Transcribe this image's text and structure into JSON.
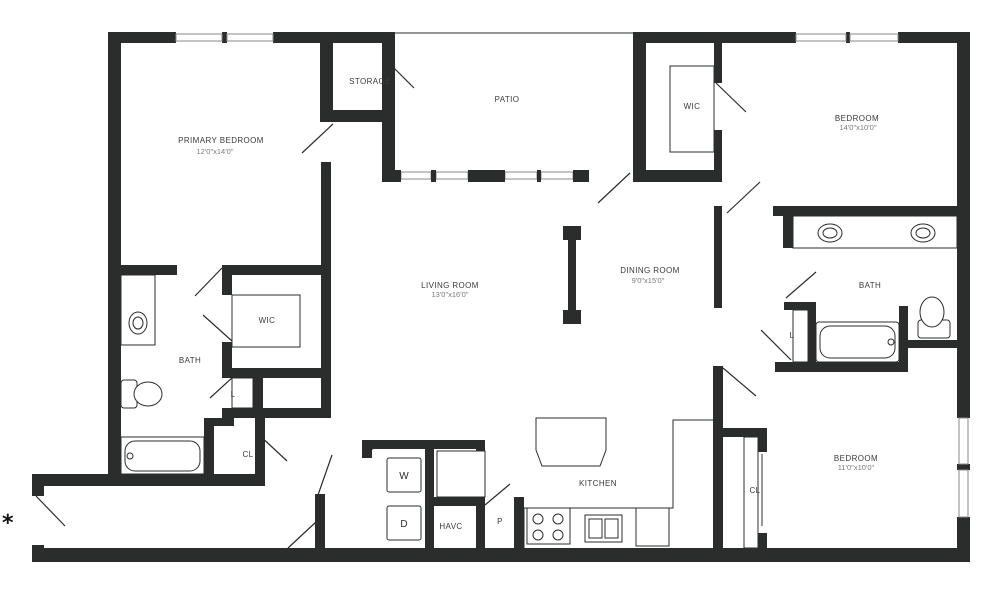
{
  "rooms": {
    "storage": "STORAGE",
    "patio": "PATIO",
    "wic_primary": "WIC",
    "wic_bedroom": "WIC",
    "primary_bedroom": {
      "name": "PRIMARY BEDROOM",
      "size": "12'0\"x14'0\""
    },
    "bedroom_upper": {
      "name": "BEDROOM",
      "size": "14'0\"x10'0\""
    },
    "bedroom_lower": {
      "name": "BEDROOM",
      "size": "11'0\"x10'0\""
    },
    "living_room": {
      "name": "LIVING ROOM",
      "size": "13'0\"x16'0\""
    },
    "dining_room": {
      "name": "DINING ROOM",
      "size": "9'0\"x15'0\""
    },
    "bath_primary": "BATH",
    "bath_shared": "BATH",
    "kitchen": "KITCHEN",
    "linen_primary": "L",
    "linen_shared": "L",
    "closet_entry": "CL",
    "closet_bedroom": "CL",
    "havc": "HAVC",
    "pantry": "P"
  },
  "appliances": {
    "washer": "W",
    "dryer": "D"
  },
  "entry_marker": "*"
}
